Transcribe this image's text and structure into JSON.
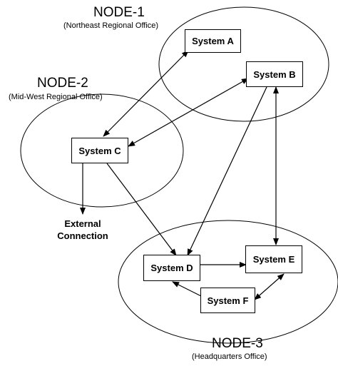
{
  "nodes": [
    {
      "id": "node-1",
      "title": "NODE-1",
      "subtitle": "(Northeast Regional Office)"
    },
    {
      "id": "node-2",
      "title": "NODE-2",
      "subtitle": "(Mid-West Regional Office)"
    },
    {
      "id": "node-3",
      "title": "NODE-3",
      "subtitle": "(Headquarters Office)"
    }
  ],
  "systems": {
    "a": "System A",
    "b": "System B",
    "c": "System C",
    "d": "System D",
    "e": "System E",
    "f": "System F"
  },
  "external": {
    "line1": "External",
    "line2": "Connection"
  },
  "connections": [
    {
      "from": "System A",
      "to": "System C",
      "direction": "both"
    },
    {
      "from": "System B",
      "to": "System C",
      "direction": "both"
    },
    {
      "from": "System B",
      "to": "System D",
      "direction": "forward"
    },
    {
      "from": "System B",
      "to": "System E",
      "direction": "both"
    },
    {
      "from": "System C",
      "to": "System D",
      "direction": "forward"
    },
    {
      "from": "System C",
      "to": "External Connection",
      "direction": "forward"
    },
    {
      "from": "System D",
      "to": "System E",
      "direction": "forward"
    },
    {
      "from": "System F",
      "to": "System D",
      "direction": "forward"
    },
    {
      "from": "System E",
      "to": "System F",
      "direction": "both"
    }
  ]
}
